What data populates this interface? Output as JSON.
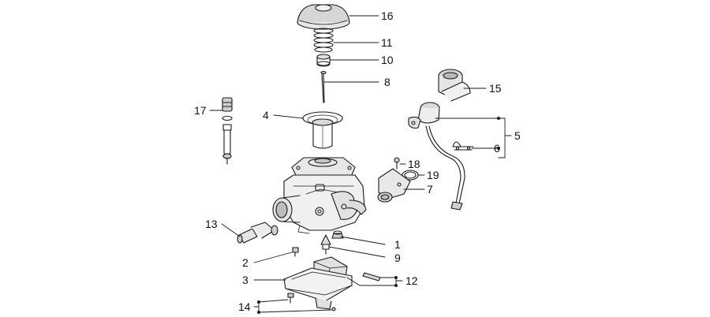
{
  "callouts": {
    "c1": "1",
    "c2": "2",
    "c3": "3",
    "c4": "4",
    "c5": "5",
    "c6": "6",
    "c7": "7",
    "c8": "8",
    "c9": "9",
    "c10": "10",
    "c11": "11",
    "c12": "12",
    "c13": "13",
    "c14": "14",
    "c15": "15",
    "c16": "16",
    "c17": "17",
    "c18": "18",
    "c19": "19"
  },
  "colors": {
    "line": "#1a1a1a",
    "shade": "#bdbdbd",
    "background": "#ffffff"
  }
}
